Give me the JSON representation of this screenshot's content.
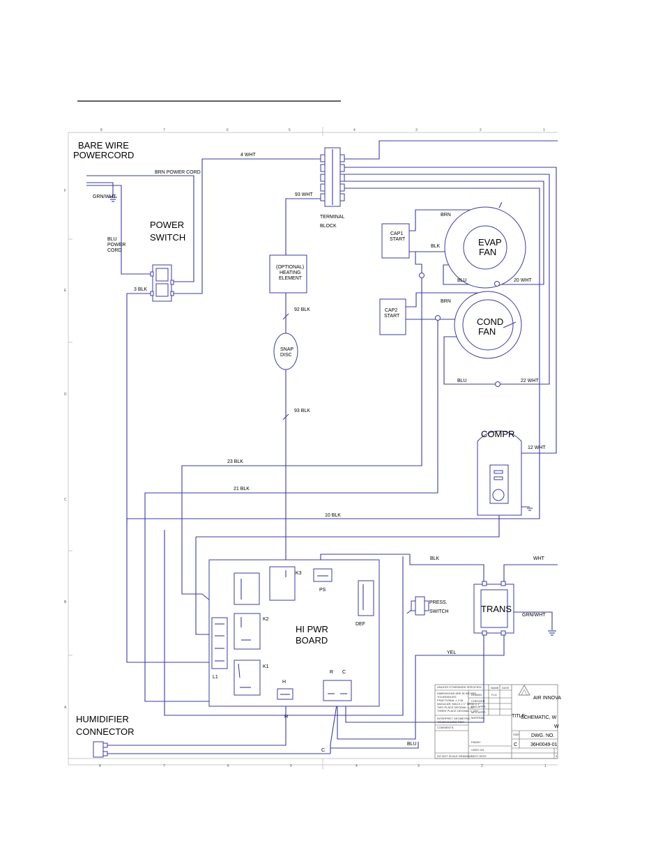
{
  "components": {
    "powercord": [
      "BARE WIRE",
      "POWERCORD"
    ],
    "power_switch": [
      "POWER",
      "SWITCH"
    ],
    "terminal_block": [
      "TERMINAL",
      "BLOCK"
    ],
    "heating_element": [
      "(OPTIONAL)",
      "HEATING",
      "ELEMENT"
    ],
    "snap_disc": [
      "SNAP",
      "DISC"
    ],
    "cap1": [
      "CAP1",
      "START"
    ],
    "cap2": [
      "CAP2",
      "START"
    ],
    "evap_fan": [
      "EVAP",
      "FAN"
    ],
    "cond_fan": [
      "COND",
      "FAN"
    ],
    "compressor": "COMPR",
    "trans": "TRANS",
    "press_switch": [
      "PRESS.",
      "SWITCH"
    ],
    "board": [
      "HI PWR",
      "BOARD"
    ],
    "relays": {
      "k1": "K1",
      "k2": "K2",
      "k3": "K3",
      "l1": "L1",
      "ps": "PS",
      "def": "DEF",
      "h": "H",
      "r": "R",
      "c": "C"
    },
    "humidifier": [
      "HUMIDIFIER",
      "CONNECTOR"
    ]
  },
  "wire_labels": {
    "w4": "4 WHT",
    "brn_cord": "BRN POWER CORD",
    "grn_wht": "GRN/WHT",
    "blu_cord": [
      "BLU",
      "POWER",
      "CORD"
    ],
    "blk3": "3 BLK",
    "wht93": "93 WHT",
    "blk92": "92 BLK",
    "blk93": "93 BLK",
    "blk23": "23 BLK",
    "blk21": "21 BLK",
    "blk10": "10 BLK",
    "brn_evap": "BRN",
    "blk_evap": "BLK",
    "blu_evap": "BLU",
    "wht20": "20 WHT",
    "brn_cond": "BRN",
    "blu_cond": "BLU",
    "wht22": "22 WHT",
    "wht12": "12 WHT",
    "blk_trans": "BLK",
    "wht_trans": "WHT",
    "grn_wht_trans": "GRN/WHT",
    "yel": "YEL",
    "h": "H",
    "blu_bottom": "BLU",
    "c_bottom": "C"
  },
  "zones": {
    "columns": [
      "8",
      "7",
      "6",
      "5",
      "4",
      "3",
      "2",
      "1"
    ],
    "rows": [
      "F",
      "E",
      "D",
      "C",
      "B",
      "A"
    ]
  },
  "title_block": {
    "company": "AIR INNOVA",
    "title_prefix": "TITLE:",
    "title": "SCHEMATIC, W",
    "title_line2": "W",
    "size_label": "SIZE",
    "size": "C",
    "dwg_label": "DWG. NO.",
    "dwg_no": "36H0049-01",
    "sheet": "3",
    "notes": [
      "UNLESS OTHERWISE SPECIFIED",
      "DIMENSIONS ARE IN INCHES",
      "TOLERANCES:",
      "FRACTIONAL ± 1/16",
      "ANGULAR: MACH ± 1°  BEND ± 1°",
      "TWO PLACE DECIMAL  ± .03",
      "THREE PLACE DECIMAL  ± .015"
    ],
    "interpret": [
      "INTERPRET GEOMETRIC",
      "TOLERANCING PER:"
    ],
    "material": "MATERIAL",
    "finish": "FINISH",
    "comments": "COMMENTS:",
    "do_not_scale": "DO NOT SCALE DRAWING",
    "next_assy": "NEXT ASSY",
    "used_on": "USED ON",
    "name": "NAME",
    "date": "DATE",
    "rows": [
      "DRAWN",
      "CHECKED",
      "ENG APPR.",
      "MFG APPR."
    ],
    "drawn_by": "FLG"
  }
}
